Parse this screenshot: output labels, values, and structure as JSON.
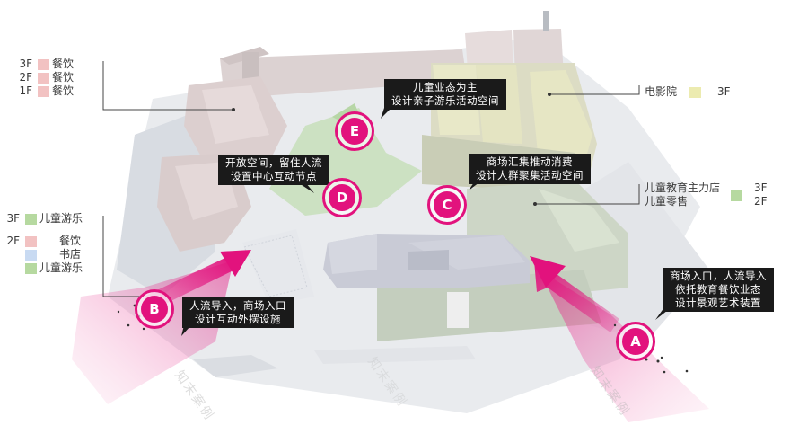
{
  "colors": {
    "accent_magenta": "#e2127d",
    "dining_pink": "#f2c2c2",
    "cinema_yellow": "#ecebb0",
    "kids_green": "#b6d9a0",
    "bookstore_blue": "#c8daf2",
    "callout_bg": "#1a1a1a",
    "callout_text": "#ffffff"
  },
  "legends": {
    "top_left": {
      "rows": [
        {
          "floor": "3F",
          "swatch": "dining_pink",
          "label": "餐饮"
        },
        {
          "floor": "2F",
          "swatch": "dining_pink",
          "label": "餐饮"
        },
        {
          "floor": "1F",
          "swatch": "dining_pink",
          "label": "餐饮"
        }
      ]
    },
    "mid_left": {
      "rows": [
        {
          "floor": "3F",
          "swatch": "kids_green",
          "label": "儿童游乐"
        },
        {
          "floor": "2F",
          "swatch": "dining_pink",
          "label": "餐饮"
        },
        {
          "floor": "",
          "swatch": "bookstore_blue",
          "label": "书店"
        },
        {
          "floor": "",
          "swatch": "kids_green",
          "label": "儿童游乐"
        }
      ]
    },
    "cinema": {
      "label": "电影院",
      "swatch": "cinema_yellow",
      "floor": "3F"
    },
    "kids_edu": {
      "labels": [
        "儿童教育主力店",
        "儿童零售"
      ],
      "swatch": "kids_green",
      "floors": [
        "3F",
        "2F"
      ]
    }
  },
  "callouts": {
    "E": {
      "lines": [
        "儿童业态为主",
        "设计亲子游乐活动空间"
      ]
    },
    "D": {
      "lines": [
        "开放空间，留住人流",
        "设置中心互动节点"
      ]
    },
    "C": {
      "lines": [
        "商场汇集推动消费",
        "设计人群聚集活动空间"
      ]
    },
    "B": {
      "lines": [
        "人流导入，商场入口",
        "设计互动外摆设施"
      ]
    },
    "A": {
      "lines": [
        "商场入口，人流导入",
        "依托教育餐饮业态",
        "设计景观艺术装置"
      ]
    }
  },
  "markers": [
    {
      "id": "A",
      "label": "A"
    },
    {
      "id": "B",
      "label": "B"
    },
    {
      "id": "C",
      "label": "C"
    },
    {
      "id": "D",
      "label": "D"
    },
    {
      "id": "E",
      "label": "E"
    }
  ],
  "watermark": "知末案例"
}
